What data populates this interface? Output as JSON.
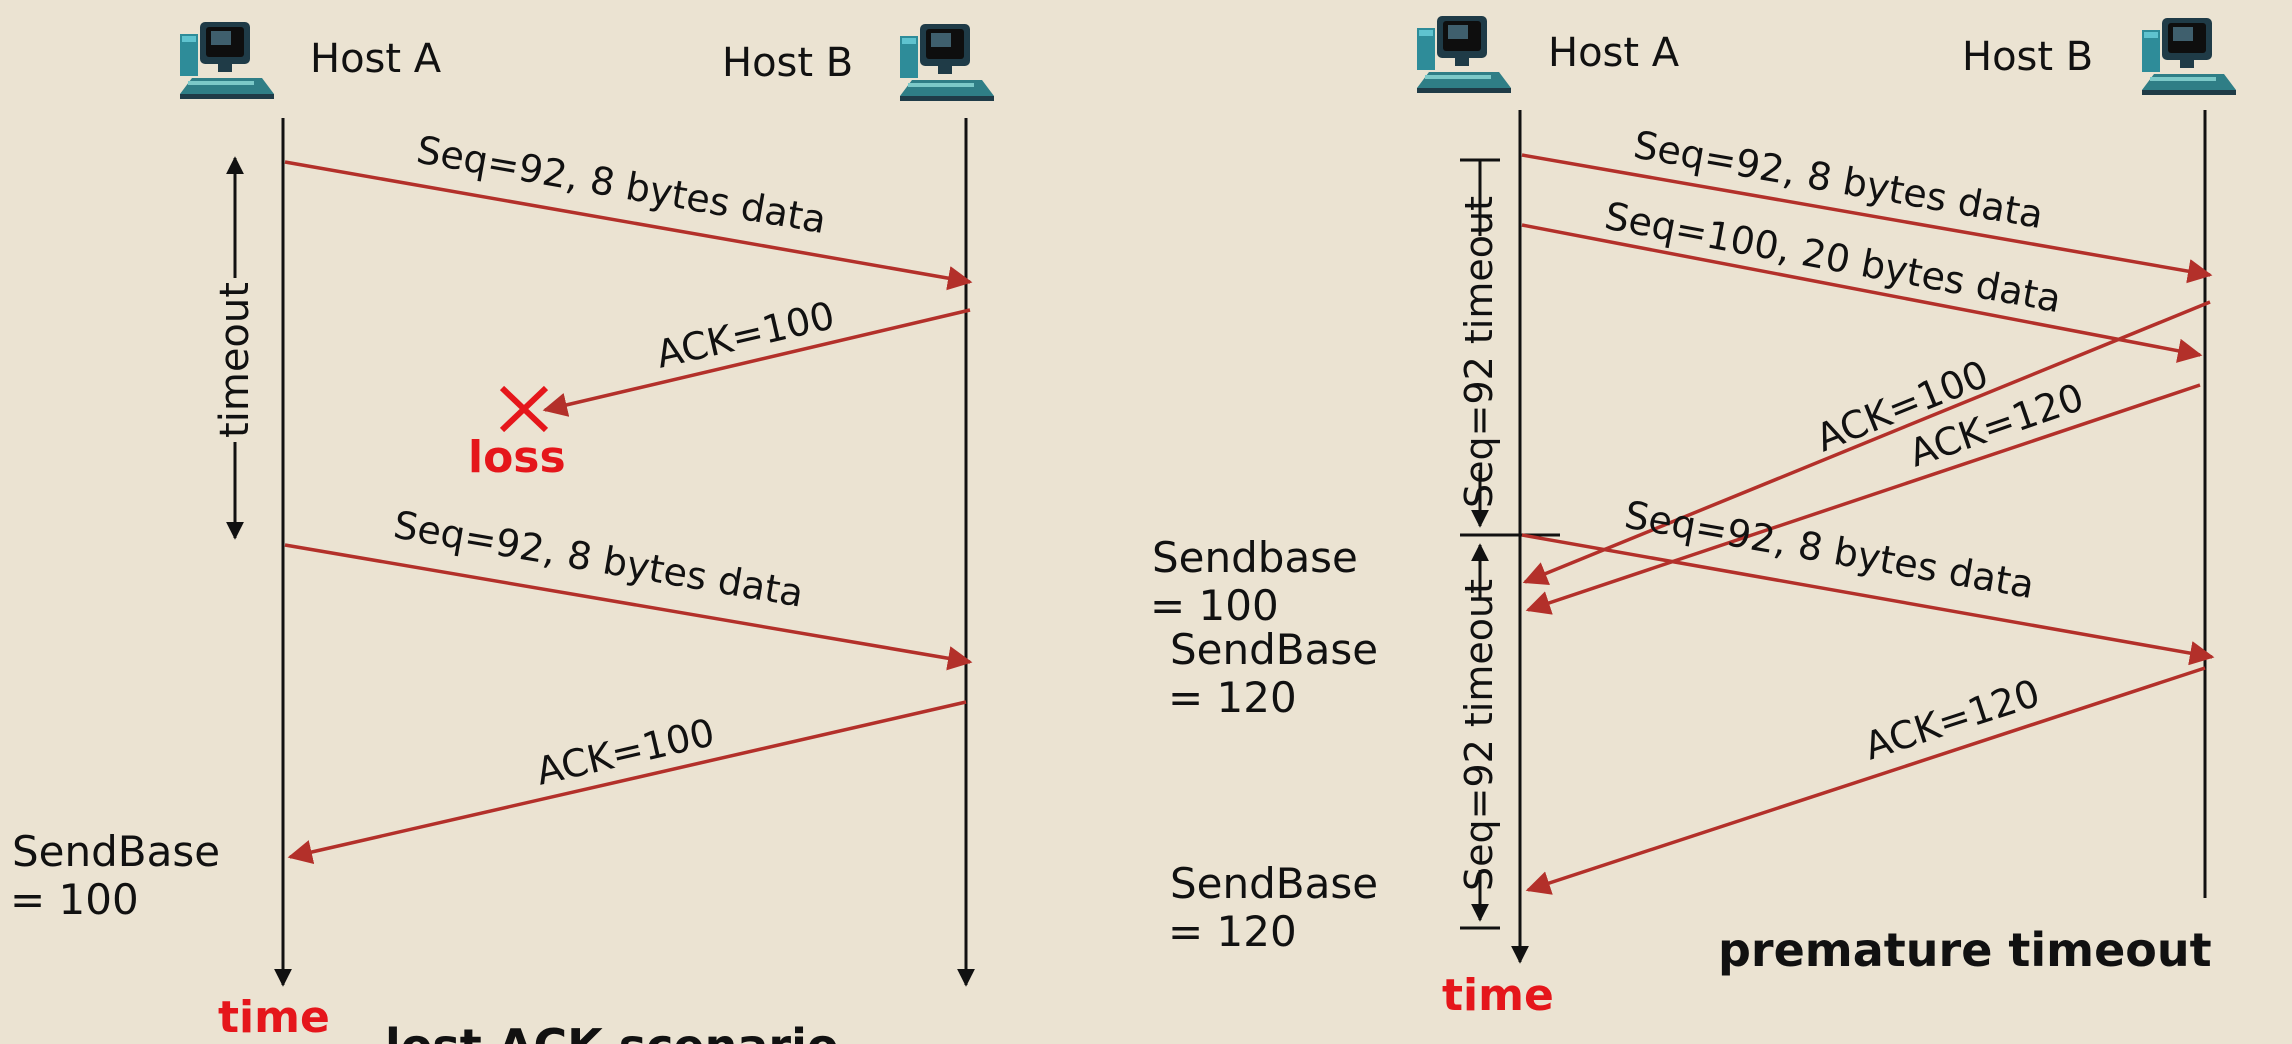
{
  "left": {
    "host_a": "Host A",
    "host_b": "Host B",
    "timeout": "timeout",
    "msg1": "Seq=92, 8 bytes data",
    "ack1": "ACK=100",
    "loss": "loss",
    "msg2": "Seq=92, 8 bytes data",
    "ack2": "ACK=100",
    "sendbase_1": "SendBase",
    "sendbase_2": "= 100",
    "time": "time",
    "caption_partial": "lost ACK scenario"
  },
  "right": {
    "host_a": "Host A",
    "host_b": "Host B",
    "msg1": "Seq=92, 8 bytes data",
    "msg2": "Seq=100, 20 bytes data",
    "ack1": "ACK=100",
    "ack2": "ACK=120",
    "msg3": "Seq=92, 8 bytes data",
    "ack3": "ACK=120",
    "timeout1": "Seq=92 timeout",
    "timeout2": "Seq=92 timeout",
    "sb1_a": "Sendbase",
    "sb1_b": "= 100",
    "sb2_a": "SendBase",
    "sb2_b": "= 120",
    "sb3_a": "SendBase",
    "sb3_b": "= 120",
    "time": "time",
    "caption": "premature timeout"
  },
  "colors": {
    "arrow": "#b3302a",
    "text": "#111111",
    "accent": "#e5161b",
    "background": "#ebe3d2"
  }
}
